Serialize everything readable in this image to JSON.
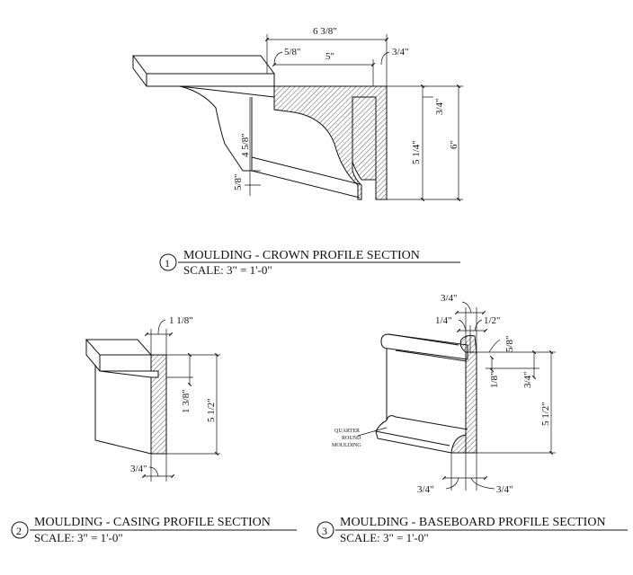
{
  "details": [
    {
      "number": "1",
      "title": "MOULDING - CROWN PROFILE SECTION",
      "scale": "SCALE:  3\" = 1'-0\"",
      "dimensions": {
        "overall_width": "6 3/8\"",
        "left_offset": "5/8\"",
        "middle_width": "5\"",
        "right_offset": "3/4\"",
        "top_height": "3/4\"",
        "inner_height": "5 1/4\"",
        "overall_height": "6\"",
        "left_height": "4 5/8\"",
        "bottom_step": "5/8\""
      }
    },
    {
      "number": "2",
      "title": "MOULDING - CASING PROFILE SECTION",
      "scale": "SCALE:  3\" = 1'-0\"",
      "dimensions": {
        "top_depth": "1 1/8\"",
        "rabbet_height": "1 3/8\"",
        "overall_height": "5 1/2\"",
        "base_thickness": "3/4\""
      }
    },
    {
      "number": "3",
      "title": "MOULDING - BASEBOARD PROFILE SECTION",
      "scale": "SCALE:  3\" = 1'-0\"",
      "note": [
        "QUARTER",
        "ROUND",
        "MOULDING"
      ],
      "dimensions": {
        "top_depth": "3/4\"",
        "left_top": "1/4\"",
        "right_top": "1/2\"",
        "bead": "5/8\"",
        "left_side": "1/8\"",
        "right_side": "3/4\"",
        "overall_height": "5 1/2\"",
        "bottom_left": "3/4\"",
        "bottom_right": "3/4\""
      }
    }
  ]
}
